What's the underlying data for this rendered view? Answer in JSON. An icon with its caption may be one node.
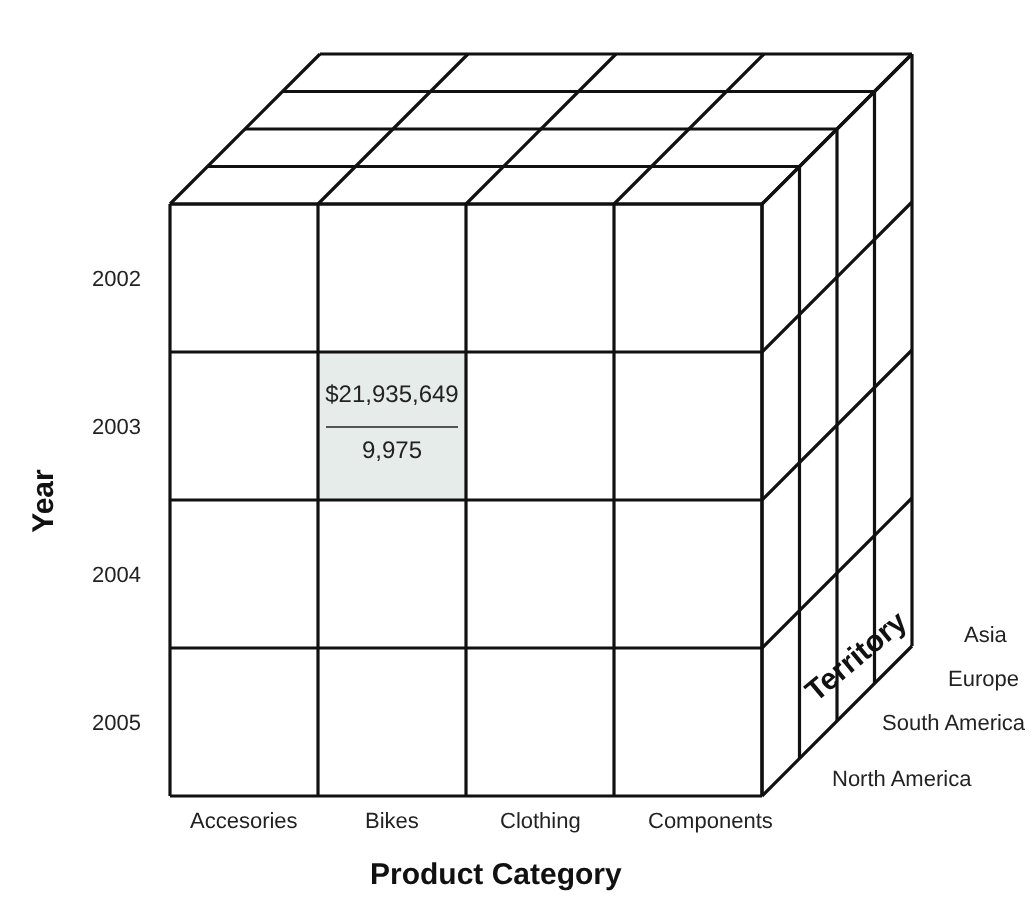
{
  "diagram": {
    "nodes": [
      {
        "text": [
          "$21,935,649",
          "9,975"
        ]
      }
    ],
    "labels": [
      "Year",
      "2002",
      "2003",
      "2004",
      "2005",
      "Accesories",
      "Bikes",
      "Clothing",
      "Components",
      "Product Category",
      "Territory",
      "Asia",
      "Europe",
      "South America",
      "North America"
    ]
  }
}
